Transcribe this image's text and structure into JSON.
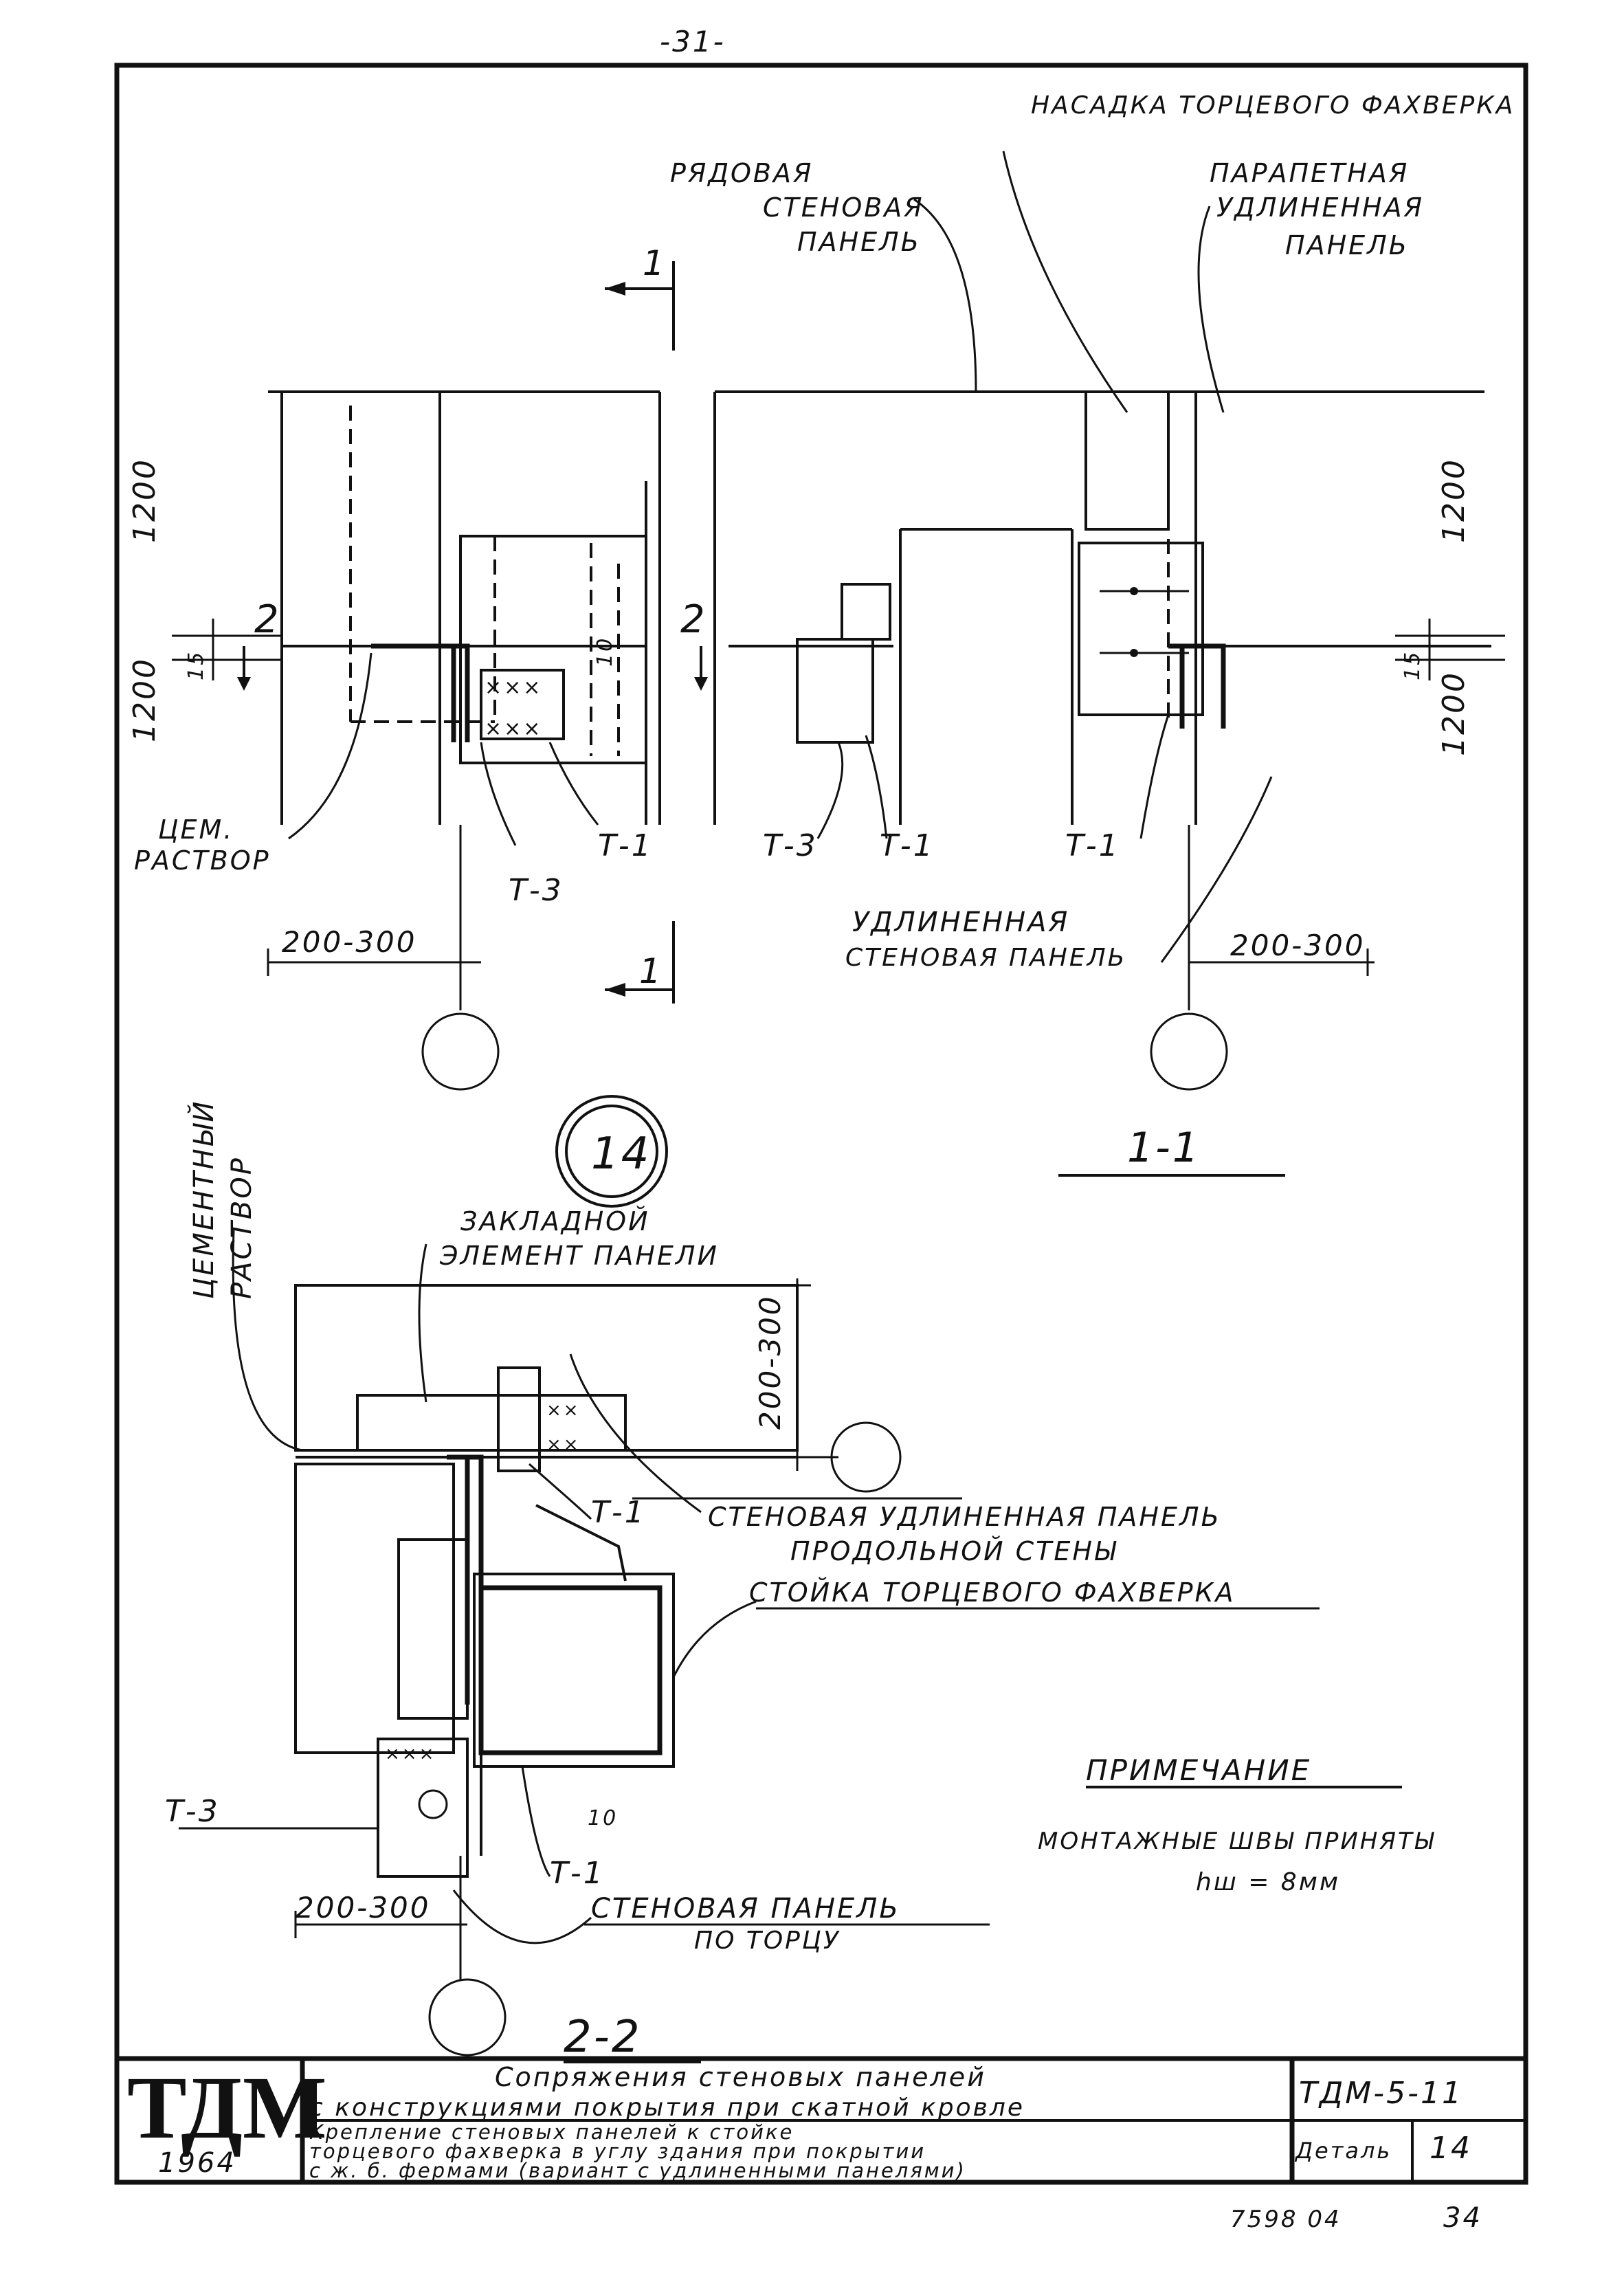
{
  "page": {
    "page_number": "-31-",
    "bottom_code": "7598 04",
    "bottom_sheet": "34"
  },
  "labels": {
    "nasadka": "НАСАДКА ТОРЦЕВОГО ФАХВЕРКА",
    "ryadovaya_1": "РЯДОВАЯ",
    "ryadovaya_2": "СТЕНОВАЯ",
    "ryadovaya_3": "ПАНЕЛЬ",
    "parapet_1": "ПАРАПЕТНАЯ",
    "parapet_2": "УДЛИНЕННАЯ",
    "parapet_3": "ПАНЕЛЬ",
    "cem_1": "ЦЕМ.",
    "cem_2": "РАСТВОР",
    "udlin_1": "УДЛИНЕННАЯ",
    "udlin_2": "СТЕНОВАЯ ПАНЕЛЬ",
    "zaklad_1": "ЗАКЛАДНОЙ",
    "zaklad_2": "ЭЛЕМЕНТ ПАНЕЛИ",
    "cement_1": "ЦЕМЕНТНЫЙ",
    "cement_2": "РАСТВОР",
    "sten_udl_1": "СТЕНОВАЯ УДЛИНЕННАЯ ПАНЕЛЬ",
    "sten_udl_2": "ПРОДОЛЬНОЙ СТЕНЫ",
    "stoyka": "СТОЙКА ТОРЦЕВОГО ФАХВЕРКА",
    "sten_torc_1": "СТЕНОВАЯ ПАНЕЛЬ",
    "sten_torc_2": "ПО ТОРЦУ"
  },
  "marks": {
    "t1": "Т-1",
    "t3": "Т-3",
    "section_1": "1",
    "section_2": "2",
    "section_1_1": "1-1",
    "section_2_2": "2-2",
    "detail_no": "14"
  },
  "dims": {
    "d1200": "1200",
    "d15": "15",
    "d10": "10",
    "d200_300": "200-300"
  },
  "note": {
    "title": "ПРИМЕЧАНИЕ",
    "line1": "МОНТАЖНЫЕ ШВЫ ПРИНЯТЫ",
    "line2": "hш = 8мм"
  },
  "title_block": {
    "logo": "ТДМ",
    "year": "1964",
    "title_line1": "Сопряжения стеновых панелей",
    "title_line2": "с конструкциями покрытия при скатной кровле",
    "code": "ТДМ-5-11",
    "sub_line1": "Крепление стеновых панелей к стойке",
    "sub_line2": "торцевого фахверка в углу здания при покрытии",
    "sub_line3": "с ж. б. фермами (вариант с удлиненными панелями)",
    "detail_label": "Деталь",
    "detail_value": "14"
  }
}
